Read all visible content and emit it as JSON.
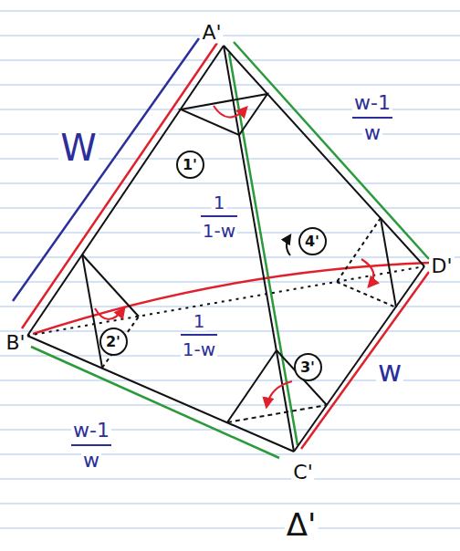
{
  "diagram": {
    "nodes": [
      {
        "text": [
          "1'"
        ]
      },
      {
        "text": [
          "2'"
        ]
      },
      {
        "text": [
          "3'"
        ]
      },
      {
        "text": [
          "4'"
        ]
      }
    ],
    "labels": [
      "A'",
      "B'",
      "C'",
      "D'",
      "W",
      "w-1",
      "w",
      "1",
      "1-w",
      "1",
      "1-w",
      "w",
      "w-1",
      "w",
      "Δ'"
    ]
  }
}
